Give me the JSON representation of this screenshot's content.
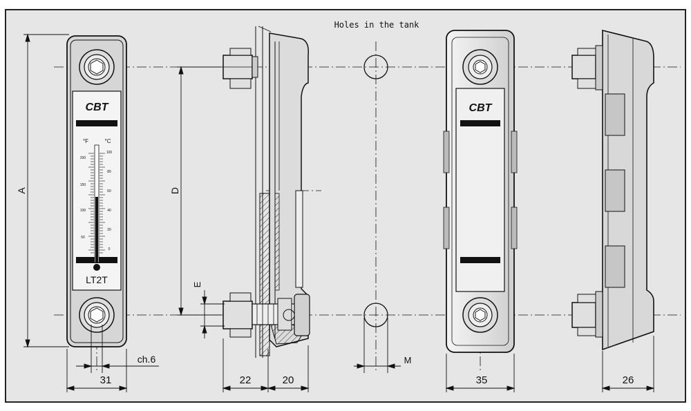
{
  "title": "Holes in the tank",
  "brand": "CBT",
  "model": "LT2T",
  "thermometer": {
    "unit_f": "°F",
    "unit_c": "°C",
    "f_scale": [
      "200",
      "150",
      "100",
      "50"
    ],
    "c_scale": [
      "100",
      "80",
      "60",
      "40",
      "20",
      "0"
    ]
  },
  "dimensions": {
    "A": "A",
    "D": "D",
    "E": "E",
    "M": "M",
    "ch": "ch.6",
    "w1": "31",
    "w2": "22",
    "w3": "20",
    "w4": "35",
    "w5": "26"
  },
  "colors": {
    "background": "#e6e6e6",
    "line": "#111111",
    "border": "#222222"
  }
}
